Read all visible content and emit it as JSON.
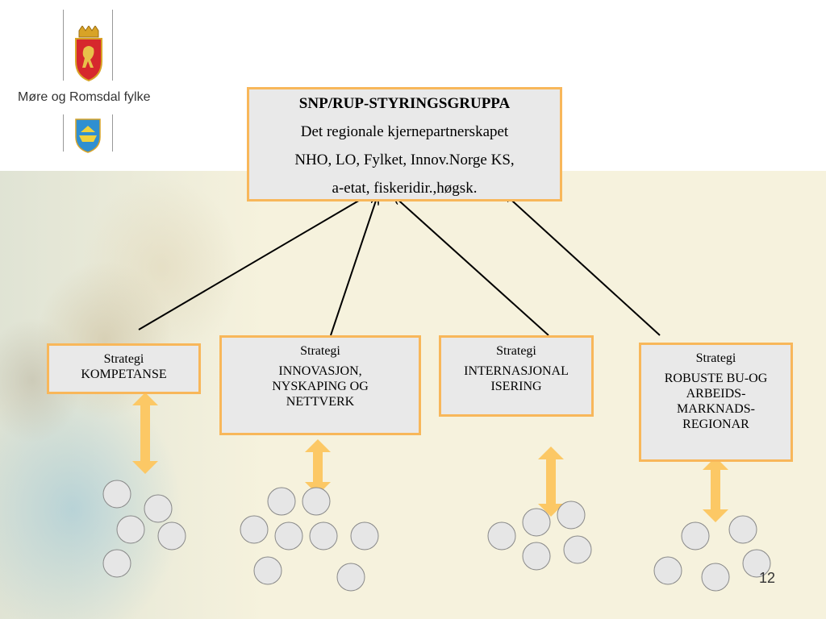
{
  "logo": {
    "name": "Møre og Romsdal fylke",
    "icons": [
      "coat-of-arms-lion-icon",
      "county-shield-icon"
    ]
  },
  "main_box": {
    "title": "SNP/RUP-STYRINGSGRUPPA",
    "line1": "Det regionale kjernepartnerskapet",
    "line2": "NHO, LO, Fylket, Innov.Norge KS,",
    "line3": "a-etat, fiskeridir.,høgsk."
  },
  "strategies": [
    {
      "label": "Strategi",
      "text": "KOMPETANSE"
    },
    {
      "label": "Strategi",
      "text": "INNOVASJON,\nNYSKAPING OG\nNETTVERK"
    },
    {
      "label": "Strategi",
      "text": "INTERNASJONAL\nISERING"
    },
    {
      "label": "Strategi",
      "text": "ROBUSTE BU-OG\nARBEIDS-\nMARKNADS-\nREGIONAR"
    }
  ],
  "colors": {
    "box_border": "#f8b75a",
    "box_fill": "#e9e9e9",
    "arrow_fill": "#fcc865",
    "circle_fill": "#e6e6e6",
    "background": "#f6f2dd"
  },
  "page_number": "12"
}
